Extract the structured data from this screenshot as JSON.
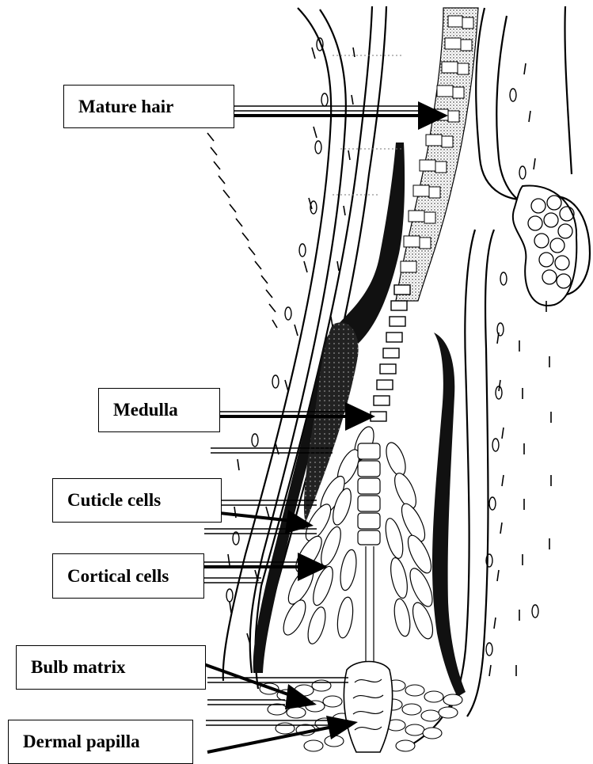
{
  "labels": {
    "mature_hair": "Mature hair",
    "medulla": "Medulla",
    "cuticle_cells": "Cuticle cells",
    "cortical_cells": "Cortical cells",
    "bulb_matrix": "Bulb matrix",
    "dermal_papilla": "Dermal papilla"
  },
  "colors": {
    "ink": "#000000",
    "paper": "#ffffff",
    "shade": "#9a9a9a"
  }
}
